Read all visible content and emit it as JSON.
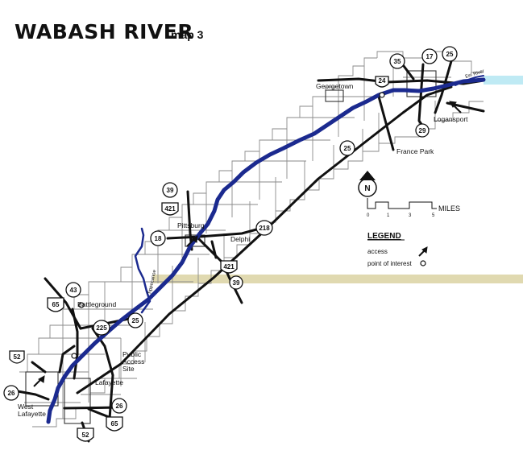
{
  "title": "WABASH RIVER",
  "subtitle": "map 3",
  "colors": {
    "river": "#1b2a8f",
    "road": "#111111",
    "section_lines": "#8a8a8a",
    "band": "#e0d9b0",
    "band_right": "#bfeaf4"
  },
  "places": {
    "georgetown": "Georgetown",
    "logansport": "Logansport",
    "france_park": "France Park",
    "pittsburg": "Pittsburg",
    "delphi": "Delphi",
    "battleground": "Battleground",
    "public_access_site_1": "Public",
    "public_access_site_2": "Access",
    "public_access_site_3": "Site",
    "lafayette": "Lafayette",
    "west_lafayette_1": "West",
    "west_lafayette_2": "Lafayette",
    "tippecanoe": "Tippecanoe",
    "eel_river": "Eel River"
  },
  "routes": {
    "r35": "35",
    "r17": "17",
    "r25_ne": "25",
    "r24": "24",
    "r29": "29",
    "r25_mid": "25",
    "r39": "39",
    "r421_n": "421",
    "r18": "18",
    "r218": "218",
    "r421_s": "421",
    "r39_s": "39",
    "r43": "43",
    "r65_n": "65",
    "r225": "225",
    "r25_sw": "25",
    "r52_n": "52",
    "r26_w": "26",
    "r26_e": "26",
    "r65_s": "65",
    "r52_s": "52"
  },
  "compass": {
    "north": "N"
  },
  "scale": {
    "label": "MILES",
    "ticks": [
      "0",
      "1",
      "3",
      "5"
    ]
  },
  "legend": {
    "heading": "LEGEND",
    "access": "access",
    "poi": "point of interest"
  }
}
